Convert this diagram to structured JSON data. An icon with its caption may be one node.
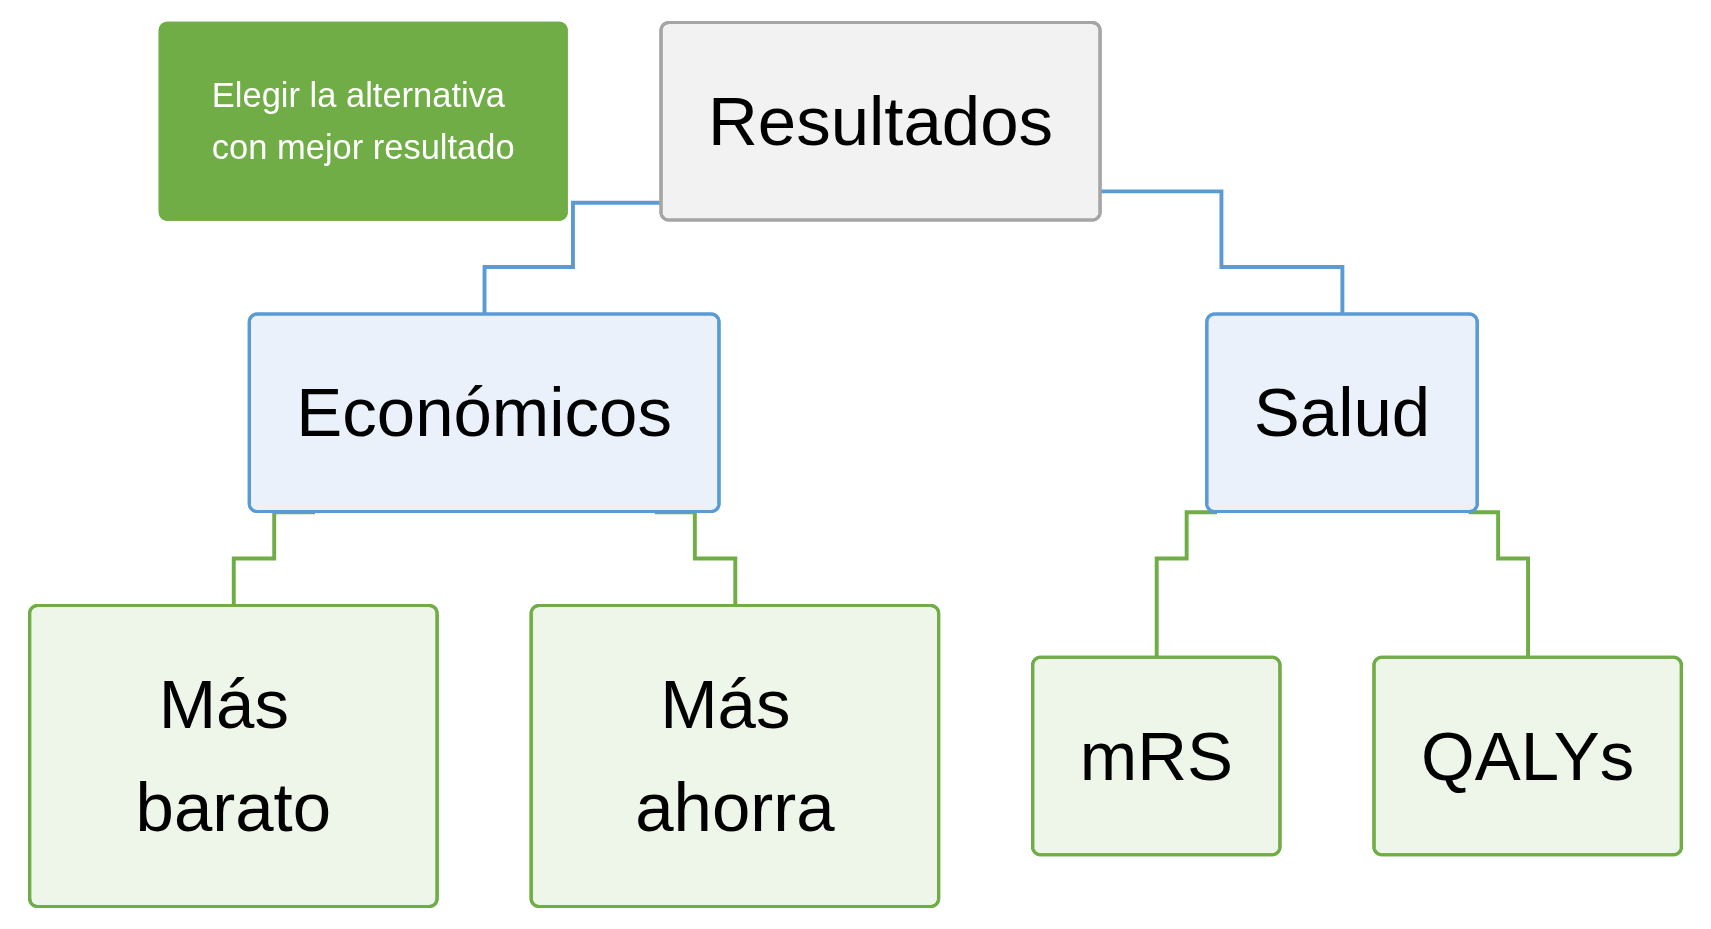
{
  "diagram": {
    "nodes": [
      {
        "text": [
          "Elegir la alternativa con mejor resultado"
        ]
      },
      {
        "text": [
          "Resultados"
        ]
      },
      {
        "text": [
          "Económicos"
        ]
      },
      {
        "text": [
          "Salud"
        ]
      },
      {
        "text": [
          "Más barato"
        ]
      },
      {
        "text": [
          "Más ahorra"
        ]
      },
      {
        "text": [
          "mRS"
        ]
      },
      {
        "text": [
          "QALYs"
        ]
      }
    ],
    "edges": [
      {
        "from": 1,
        "to": 2,
        "arrow": "none",
        "color": "#5b9bd5"
      },
      {
        "from": 1,
        "to": 3,
        "arrow": "none",
        "color": "#5b9bd5"
      },
      {
        "from": 2,
        "to": 4,
        "arrow": "none"
      },
      {
        "from": 2,
        "to": 5,
        "arrow": "none"
      },
      {
        "from": 3,
        "to": 6,
        "arrow": "none"
      },
      {
        "from": 3,
        "to": 7,
        "arrow": "none"
      }
    ]
  }
}
